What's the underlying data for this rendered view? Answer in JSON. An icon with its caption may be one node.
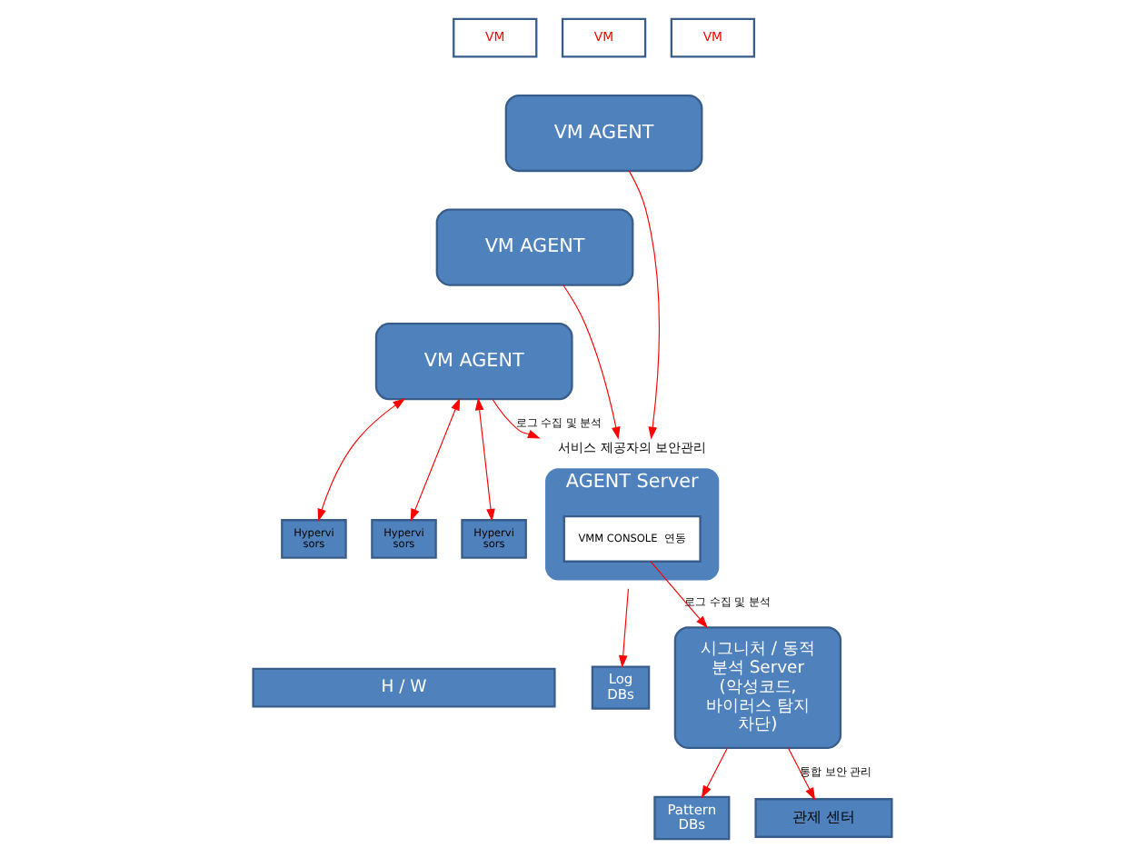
{
  "diagram": {
    "nodes": [
      {
        "text": [
          "VM"
        ]
      },
      {
        "text": [
          "VM"
        ]
      },
      {
        "text": [
          "VM"
        ]
      },
      {
        "text": [
          "VM AGENT"
        ]
      },
      {
        "text": [
          "VM AGENT"
        ]
      },
      {
        "text": [
          "VM AGENT"
        ]
      },
      {
        "text": [
          "Hypervi sors"
        ]
      },
      {
        "text": [
          "Hypervi sors"
        ]
      },
      {
        "text": [
          "Hypervi sors"
        ]
      },
      {
        "text": [
          "H / W"
        ]
      },
      {
        "text": [
          "AGENT Server"
        ],
        "beside": [
          "서비스 제공자의 보안관리"
        ]
      },
      {
        "text": [
          "VMM CONSOLE  연동"
        ],
        "in": 10
      },
      {
        "text": [
          "Log DBs"
        ]
      },
      {
        "text": [
          "시그니처 / 동적 분석 Server (악성코드, 바이러스 탐지 차단)"
        ]
      },
      {
        "text": [
          "Pattern DBs"
        ]
      },
      {
        "text": [
          "관제 센터"
        ]
      }
    ],
    "edges": [
      {
        "from": 3,
        "to": 10,
        "arrow": "to"
      },
      {
        "from": 4,
        "to": 10,
        "arrow": "to"
      },
      {
        "from": 5,
        "to": 10,
        "arrow": "to",
        "label": "로그 수집 및 분석"
      },
      {
        "from": 5,
        "to": 6,
        "arrow": "both"
      },
      {
        "from": 5,
        "to": 7,
        "arrow": "both"
      },
      {
        "from": 5,
        "to": 8,
        "arrow": "both"
      },
      {
        "from": 10,
        "to": 12,
        "arrow": "to"
      },
      {
        "from": 11,
        "to": 13,
        "arrow": "to",
        "label": "로그 수집 및 분석"
      },
      {
        "from": 13,
        "to": 14,
        "arrow": "to"
      },
      {
        "from": 13,
        "to": 15,
        "arrow": "to",
        "label": "통합 보안 관리"
      }
    ]
  }
}
